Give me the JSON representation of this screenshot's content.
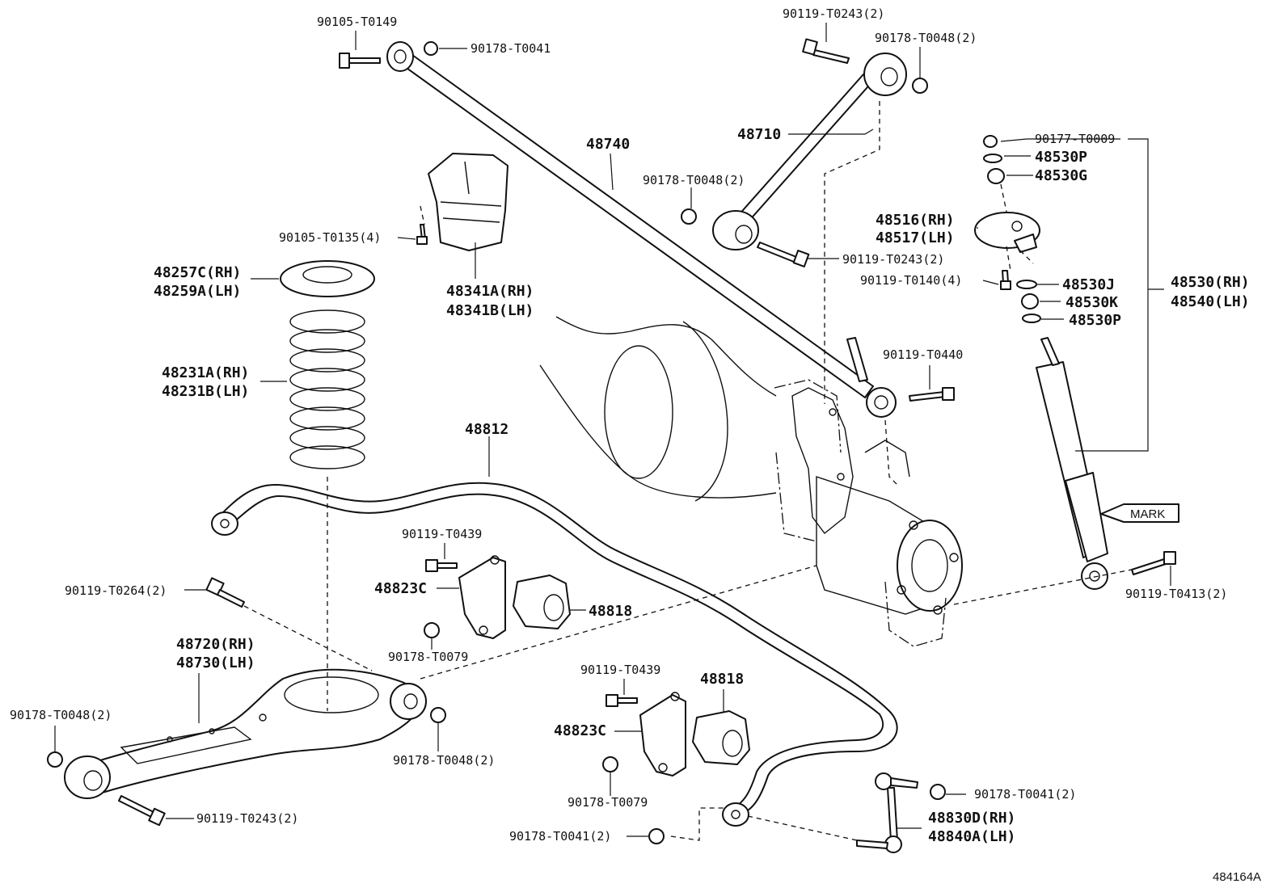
{
  "labels": {
    "p90105_T0149": "90105-T0149",
    "p90178_T0041_top": "90178-T0041",
    "p90119_T0243_top": "90119-T0243(2)",
    "p90178_T0048_top": "90178-T0048(2)",
    "p48740": "48740",
    "p48710": "48710",
    "p90178_T0048_mid": "90178-T0048(2)",
    "p90105_T0135": "90105-T0135(4)",
    "p48257C": "48257C(RH)",
    "p48259A": "48259A(LH)",
    "p48341A": "48341A(RH)",
    "p48341B": "48341B(LH)",
    "p90177_T0009": "90177-T0009",
    "p48530P_top": "48530P",
    "p48530G": "48530G",
    "p48516": "48516(RH)",
    "p48517": "48517(LH)",
    "p90119_T0243_mid": "90119-T0243(2)",
    "p90119_T0140": "90119-T0140(4)",
    "p48530J": "48530J",
    "p48530K": "48530K",
    "p48530P_bot": "48530P",
    "p48530": "48530(RH)",
    "p48540": "48540(LH)",
    "p48231A": "48231A(RH)",
    "p48231B": "48231B(LH)",
    "p90119_T0440": "90119-T0440",
    "p48812": "48812",
    "mark": "MARK",
    "p90119_T0439_a": "90119-T0439",
    "p48823C_a": "48823C",
    "p48818_a": "48818",
    "p90119_T0264": "90119-T0264(2)",
    "p90178_T0079_a": "90178-T0079",
    "p90119_T0413": "90119-T0413(2)",
    "p48720": "48720(RH)",
    "p48730": "48730(LH)",
    "p90119_T0439_b": "90119-T0439",
    "p48818_b": "48818",
    "p48823C_b": "48823C",
    "p90178_T0048_left": "90178-T0048(2)",
    "p90178_T0048_arm": "90178-T0048(2)",
    "p90178_T0079_b": "90178-T0079",
    "p90178_T0041_right": "90178-T0041(2)",
    "p48830D": "48830D(RH)",
    "p48840A": "48840A(LH)",
    "p90119_T0243_bot": "90119-T0243(2)",
    "p90178_T0041_bot": "90178-T0041(2)",
    "ref": "484164A"
  }
}
